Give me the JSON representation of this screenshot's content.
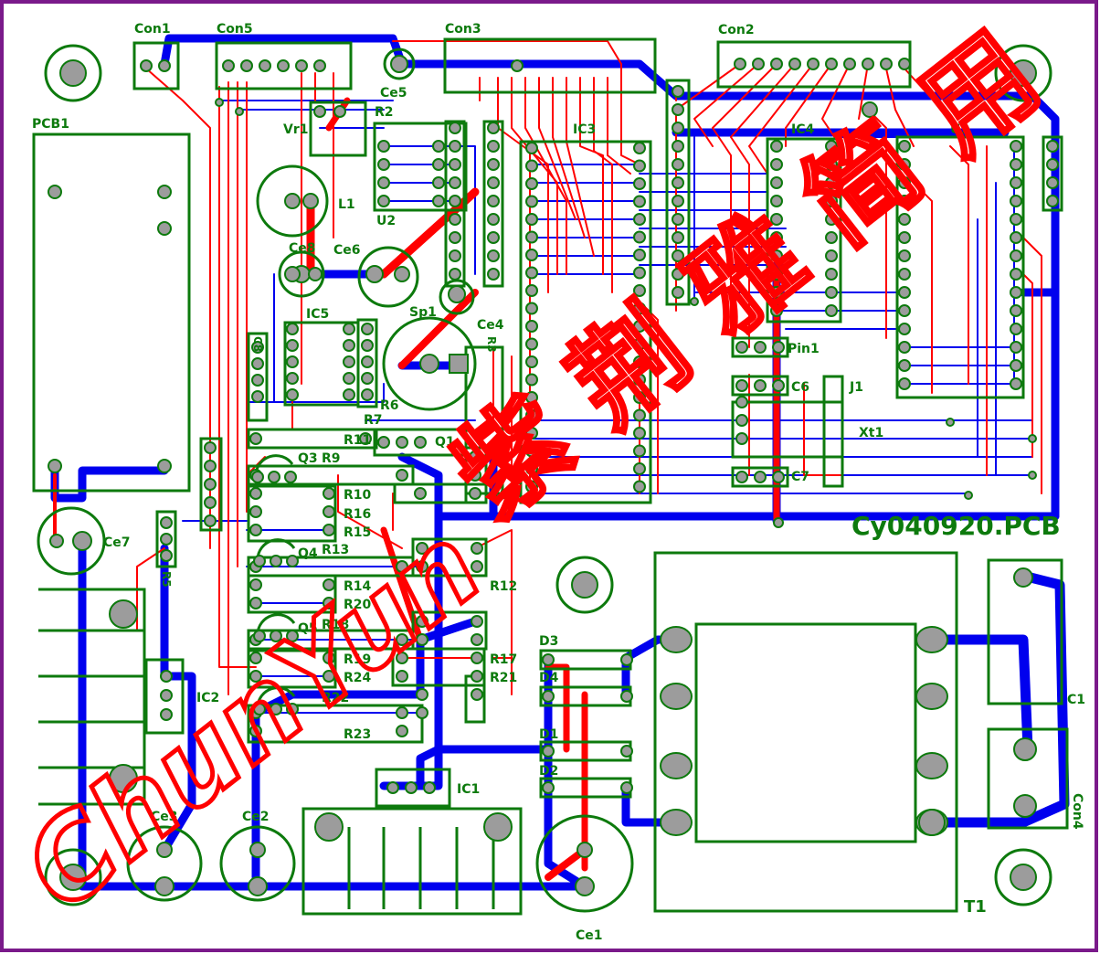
{
  "colors": {
    "frame": "#7a1a8a",
    "silk": "#0d7a0d",
    "top_copper": "#ff0000",
    "bottom_copper": "#0000ee",
    "pad": "#9c9c9c",
    "watermark": "#ff0000"
  },
  "board": {
    "name": "Cy040920.PCB"
  },
  "watermark": {
    "latin": "ChunYun",
    "chinese": "紫 荆 雅 简 用"
  },
  "labels": {
    "con1": "Con1",
    "con5": "Con5",
    "con3": "Con3",
    "con2": "Con2",
    "pcb1": "PCB1",
    "vr1": "Vr1",
    "r2": "R2",
    "l1": "L1",
    "ce5": "Ce5",
    "ce6": "Ce6",
    "ce8": "Ce8",
    "ce4": "Ce4",
    "ce7": "Ce7",
    "ce3": "Ce3",
    "ce2": "Ce2",
    "ce1": "Ce1",
    "u2": "U2",
    "u1": "U1",
    "ic5": "IC5",
    "ic3": "IC3",
    "ic4": "IC4",
    "ic2": "IC2",
    "ic1": "IC1",
    "sp1": "Sp1",
    "q1": "Q1",
    "q3": "Q3",
    "q4": "Q4",
    "q5": "Q5",
    "r3": "R3",
    "r6": "R6",
    "r7": "R7",
    "r8": "R8",
    "r9": "R9",
    "r10": "R10",
    "r11": "R11",
    "r12": "R12",
    "r13": "R13",
    "r14": "R14",
    "r15": "R15",
    "r16": "R16",
    "r17": "R17",
    "r18": "R18",
    "r19": "R19",
    "r20": "R20",
    "r21": "R21",
    "r22": "R22",
    "r23": "R23",
    "r24": "R24",
    "r5": "R5",
    "pin1": "Pin1",
    "c6": "C6",
    "c7": "C7",
    "c8": "C8",
    "xt1": "Xt1",
    "j1": "J1",
    "c1": "C1",
    "con4": "Con4",
    "d1": "D1",
    "d2": "D2",
    "d3": "D3",
    "d4": "D4",
    "t1": "T1"
  }
}
